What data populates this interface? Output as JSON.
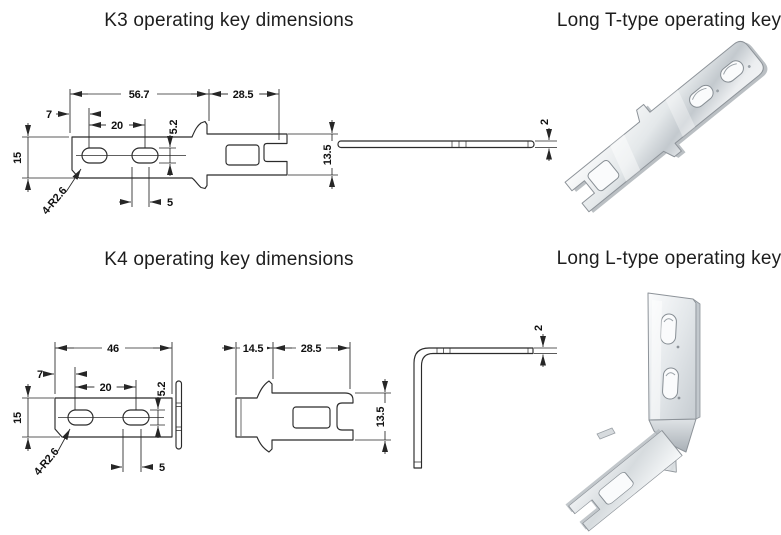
{
  "k3": {
    "title": "K3 operating key dimensions",
    "dims": {
      "total_length": "56.7",
      "head_length": "28.5",
      "edge_to_slot": "7",
      "slot_spacing": "20",
      "slot_height": "5.2",
      "body_width": "15",
      "head_width": "13.5",
      "slot_end_offset": "5",
      "corner_radius": "4-R2.6",
      "thickness": "2"
    }
  },
  "t_key": {
    "title": "Long T-type operating key"
  },
  "k4": {
    "title": "K4 operating key dimensions",
    "dims": {
      "total_length": "46",
      "edge_to_slot": "7",
      "slot_spacing": "20",
      "slot_height": "5.2",
      "body_width": "15",
      "slot_end_offset": "5",
      "corner_radius": "4-R2.6",
      "neck_length": "14.5",
      "head_length": "28.5",
      "head_width": "13.5",
      "thickness": "2"
    }
  },
  "l_key": {
    "title": "Long L-type operating key"
  },
  "colors": {
    "line": "#2b2b2b",
    "metal_light": "#f4f6f7",
    "metal_mid": "#c9cfd4",
    "metal_edge": "#8d9399"
  }
}
